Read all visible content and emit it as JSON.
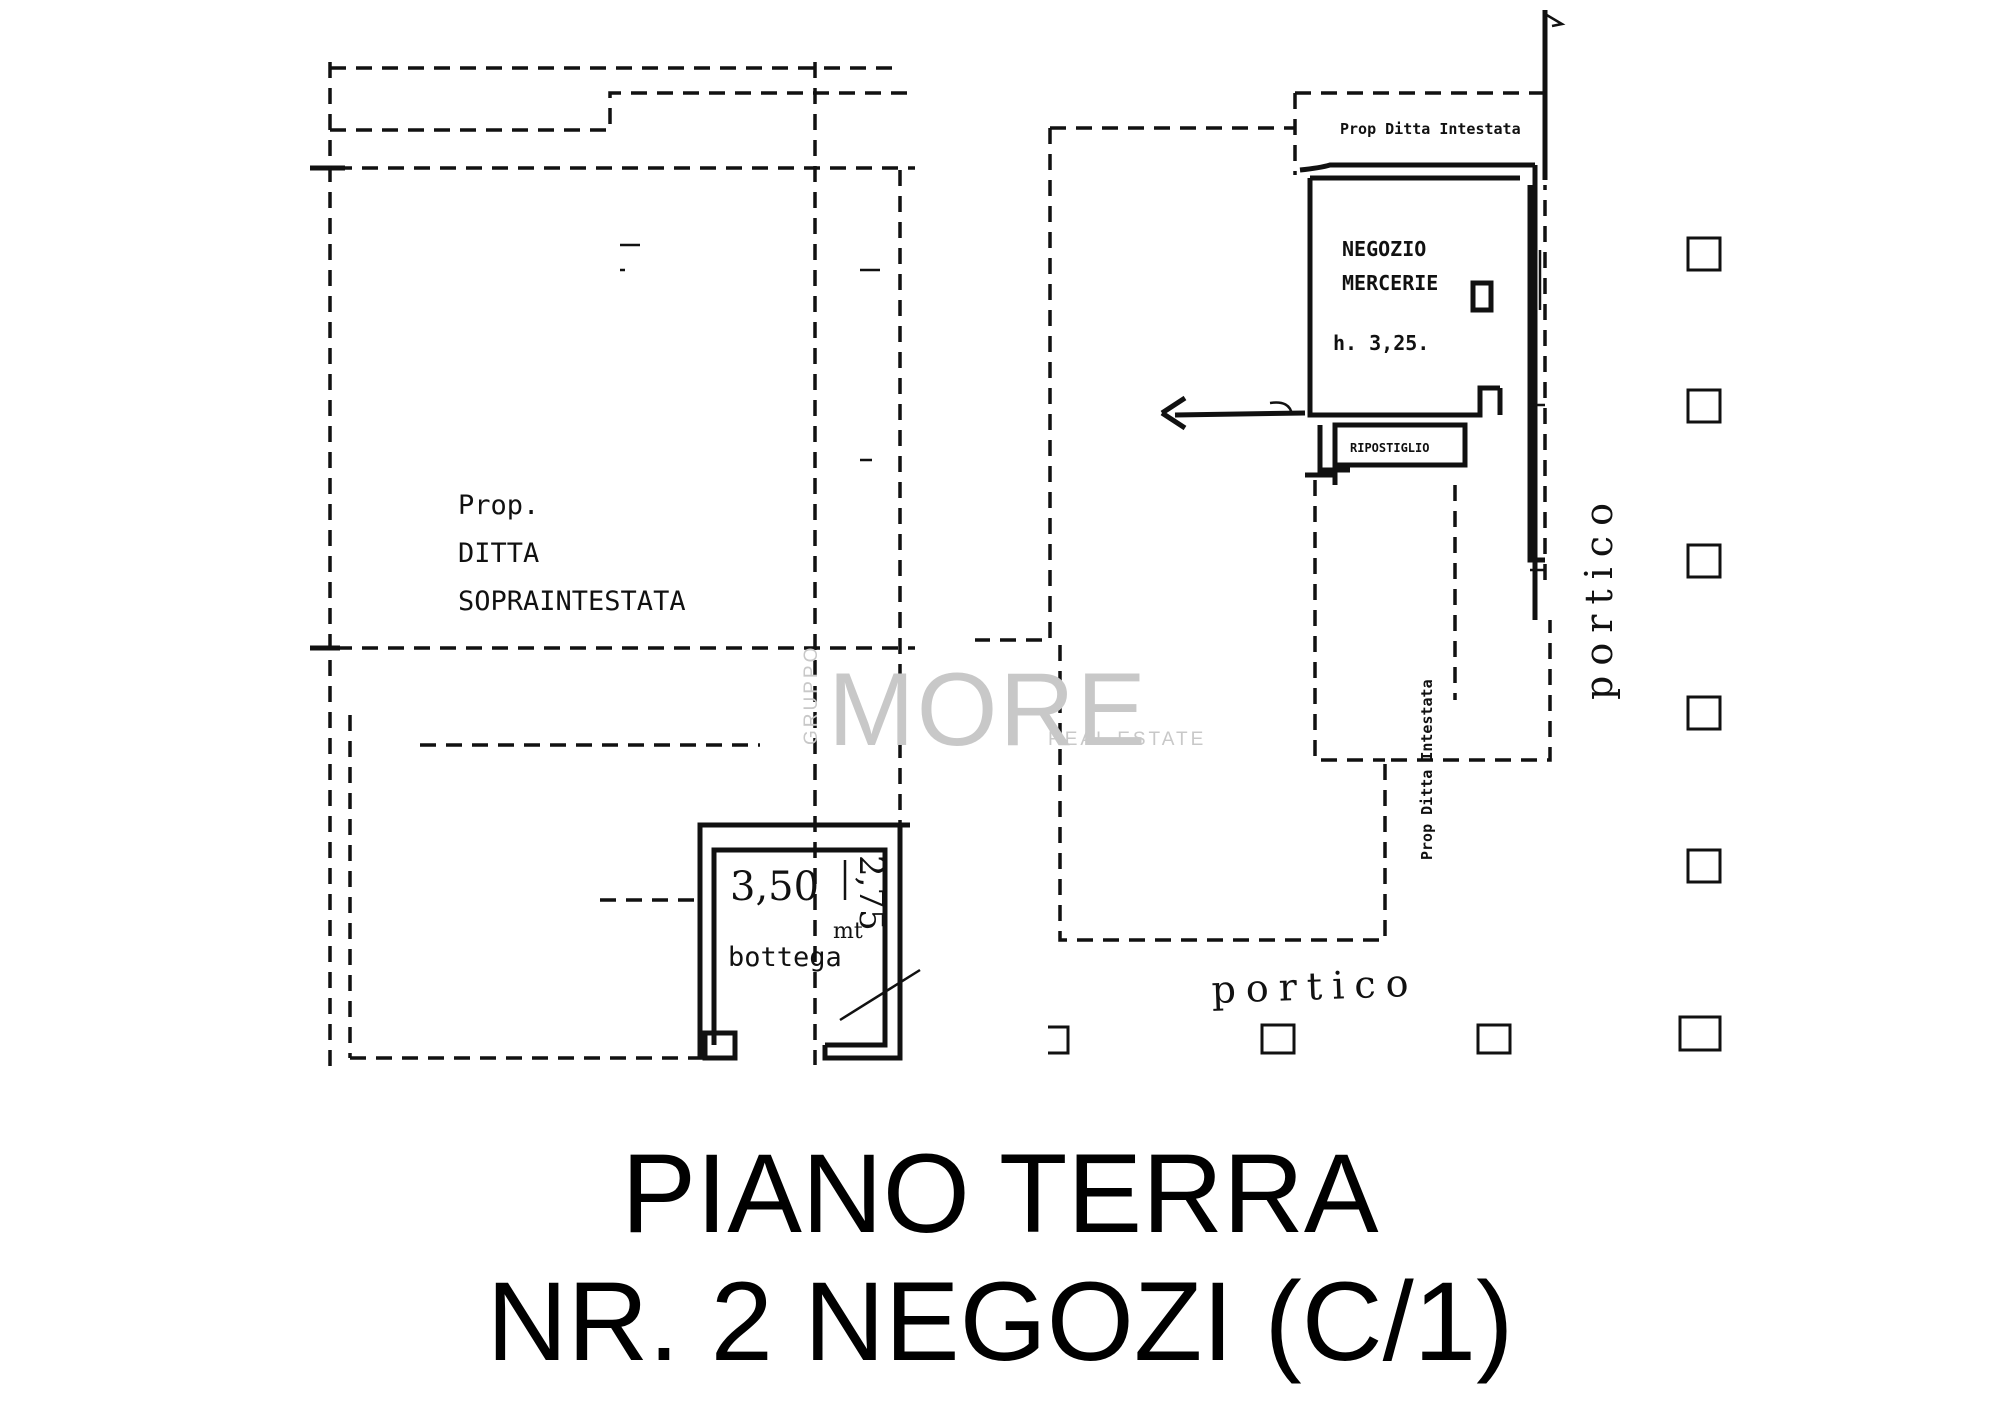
{
  "plan": {
    "left_block": {
      "label_line1": "Prop.",
      "label_line2": "DITTA",
      "label_line3": "SOPRAINTESTATA"
    },
    "bottega": {
      "dim_width": "3,50",
      "dim_height": "2,75",
      "unit": "mt",
      "label": "bottega"
    },
    "negozio": {
      "label_line1": "NEGOZIO",
      "label_line2": "MERCERIE",
      "height_note": "h. 3,25."
    },
    "ripostiglio": {
      "label": "RIPOSTIGLIO"
    },
    "prop_top_right": {
      "label": "Prop Ditta Intestata"
    },
    "prop_vertical": {
      "label": "Prop Ditta Intestata"
    },
    "portico_bottom": {
      "label": "portico"
    },
    "portico_right": {
      "label": "portico"
    }
  },
  "watermark": {
    "brand": "MORE",
    "sub": "REAL ESTATE",
    "side": "GRUPPO",
    "color": "#c8c8c8"
  },
  "caption": {
    "line1": "PIANO TERRA",
    "line2": "NR. 2 NEGOZI (C/1)"
  }
}
